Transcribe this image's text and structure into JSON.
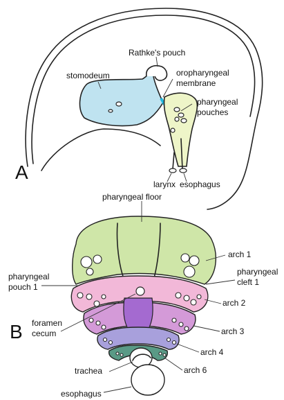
{
  "panels": {
    "a": "A",
    "b": "B"
  },
  "labels_a": {
    "rathkes_pouch": "Rathke's pouch",
    "stomodeum": "stomodeum",
    "oropharyngeal_1": "oropharyngeal",
    "oropharyngeal_2": "membrane",
    "pharyngeal_pouches_1": "pharyngeal",
    "pharyngeal_pouches_2": "pouches",
    "larynx": "larynx",
    "esophagus": "esophagus"
  },
  "labels_b": {
    "pharyngeal_floor": "pharyngeal floor",
    "arch1": "arch 1",
    "pharyngeal_cleft_1a": "pharyngeal",
    "pharyngeal_cleft_1b": "cleft 1",
    "pharyngeal_pouch_1a": "pharyngeal",
    "pharyngeal_pouch_1b": "pouch 1",
    "arch2": "arch 2",
    "foramen_cecum_1": "foramen",
    "foramen_cecum_2": "cecum",
    "arch3": "arch 3",
    "arch4": "arch 4",
    "arch6": "arch 6",
    "trachea": "trachea",
    "esophagus": "esophagus"
  },
  "colors": {
    "stomodeum_fill": "#bfe3f0",
    "pharynx_fill": "#eef5c8",
    "membrane": "#20b8e0",
    "arch1": "#cfe6a8",
    "arch2": "#f2b8d8",
    "arch3": "#d49ad8",
    "arch3_center": "#a46ad0",
    "arch4": "#a8a0dc",
    "arch6": "#5a9a86",
    "floor": "#cfe6a8"
  }
}
